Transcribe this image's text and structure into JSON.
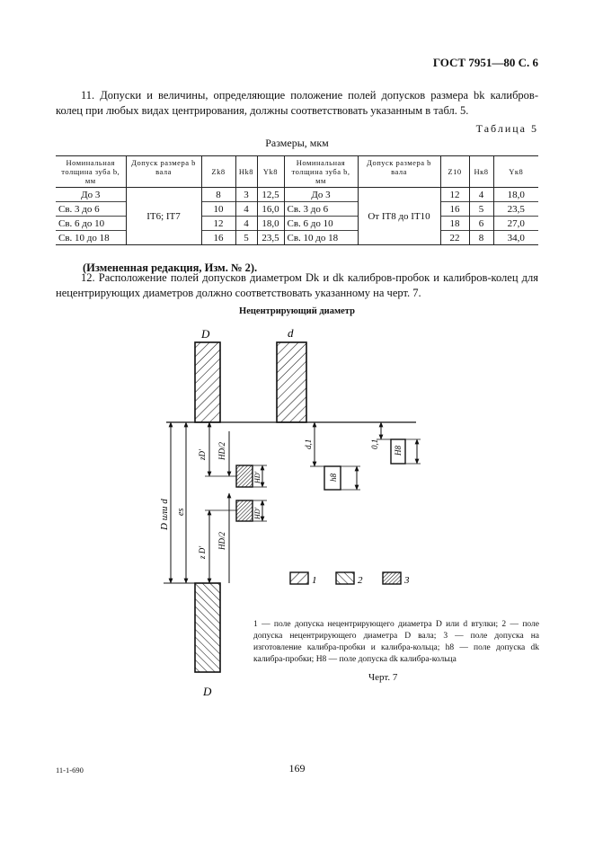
{
  "header": {
    "doc_ref": "ГОСТ 7951—80 С. 6"
  },
  "para11": "11. Допуски и величины, определяющие положение полей допусков размера bk калибров-колец при любых видах центрирования, должны соответствовать указанным в табл. 5.",
  "table_title": "Таблица 5",
  "table_units": "Размеры, мкм",
  "table": {
    "headers": [
      "Номинальная толщина зуба b, мм",
      "Допуск размера b вала",
      "Zk8",
      "Hk8",
      "Yk8",
      "Номинальная толщина зуба b, мм",
      "Допуск размера b вала",
      "Z10",
      "Hк8",
      "Yк8"
    ],
    "tolerance_left": "IT6; IT7",
    "tolerance_right": "От IT8 до IT10",
    "rows": [
      {
        "b1": "До 3",
        "z1": "8",
        "h1": "3",
        "y1": "12,5",
        "b2": "До 3",
        "z2": "12",
        "h2": "4",
        "y2": "18,0"
      },
      {
        "b1": "Св. 3 до 6",
        "z1": "10",
        "h1": "4",
        "y1": "16,0",
        "b2": "Св. 3 до 6",
        "z2": "16",
        "h2": "5",
        "y2": "23,5"
      },
      {
        "b1": "Св. 6 до 10",
        "z1": "12",
        "h1": "4",
        "y1": "18,0",
        "b2": "Св. 6 до 10",
        "z2": "18",
        "h2": "6",
        "y2": "27,0"
      },
      {
        "b1": "Св. 10 до 18",
        "z1": "16",
        "h1": "5",
        "y1": "23,5",
        "b2": "Св. 10 до 18",
        "z2": "22",
        "h2": "8",
        "y2": "34,0"
      }
    ]
  },
  "edition_note": "(Измененная редакция, Изм. № 2).",
  "para12": "12. Расположение полей допусков диаметром Dk и dk калибров-пробок и калибров-колец для нецентрирующих диаметров должно соответствовать указанному на черт. 7.",
  "figure": {
    "title": "Нецентрирующий диаметр",
    "labels": {
      "D_top": "D",
      "d_top": "d",
      "D_bottom": "D",
      "D_or_d": "D или d",
      "es": "es",
      "zD": "zD'",
      "HD2": "HD/2",
      "HD": "HD'",
      "HD_low": "HD'",
      "HD2_low": "HD/2",
      "zD_low": "z D'",
      "d1": "d,1",
      "d1b": "0,1",
      "h8": "h8",
      "H8": "H8"
    },
    "legend": [
      "1",
      "2",
      "3"
    ],
    "caption": "1 — поле допуска нецентрирующего диаметра D или d втулки; 2 — поле допуска нецентрирующего диаметра D вала; 3 — поле допуска на изготовление калибра-пробки и калибра-кольца; h8 — поле допуска dk калибра-пробки; H8 — поле допуска dk калибра-кольца",
    "chert": "Черт. 7"
  },
  "footer": {
    "code": "11-1-690",
    "page": "169"
  }
}
